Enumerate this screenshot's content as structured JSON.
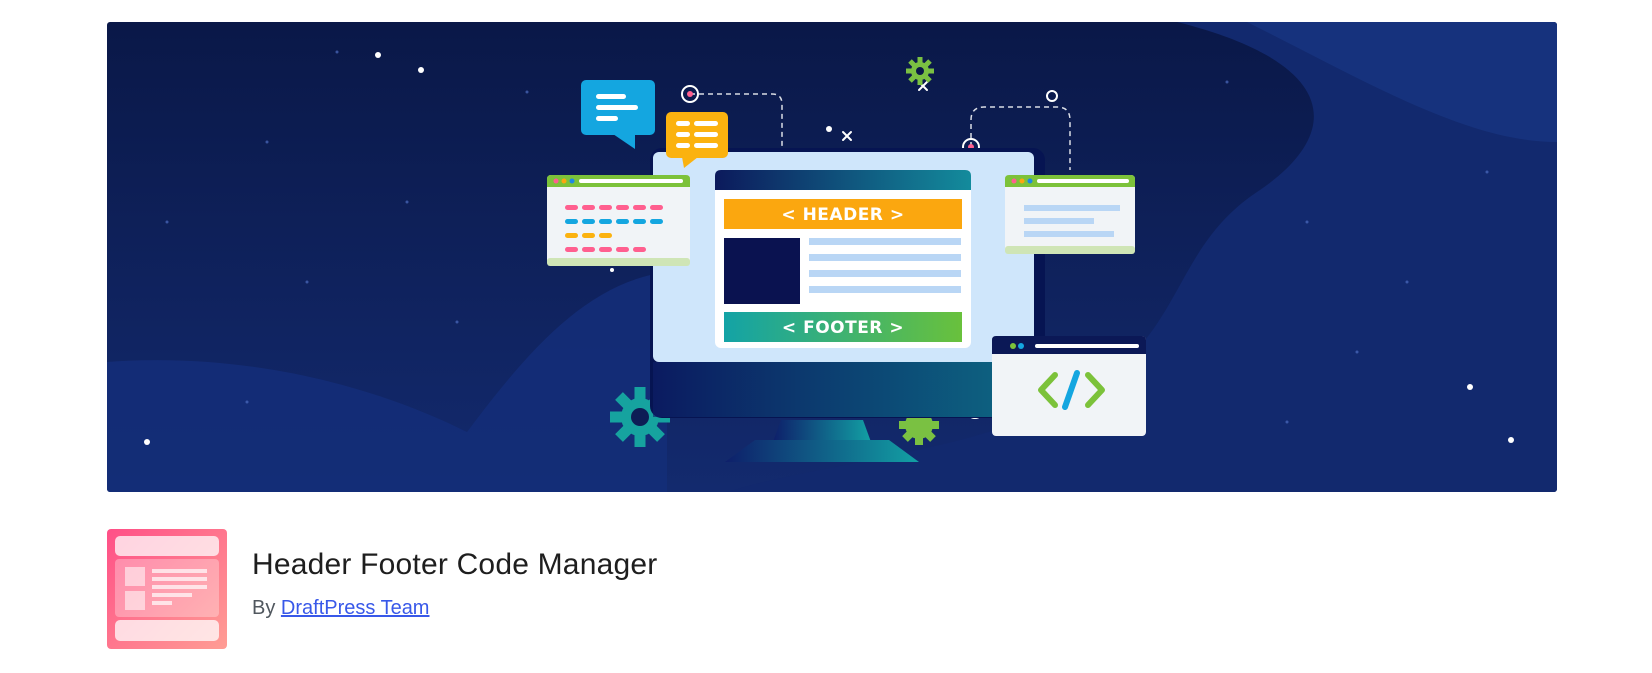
{
  "banner": {
    "header_tag": "< HEADER >",
    "footer_tag": "< FOOTER >",
    "code_glyph": "</>"
  },
  "plugin": {
    "title": "Header Footer Code Manager",
    "by_label": "By",
    "author": "DraftPress Team"
  },
  "colors": {
    "banner_bg": "#0b1a4a",
    "header_orange": "#fba70f",
    "footer_teal": "#16a8a0",
    "code_green": "#7cc23a",
    "icon_pink": "#ff5f8f",
    "link_blue": "#3858e9"
  }
}
